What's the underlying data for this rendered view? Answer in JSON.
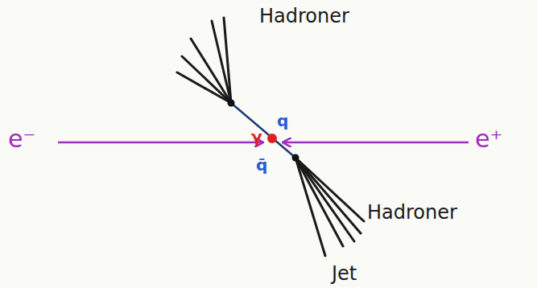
{
  "diagram": {
    "labels": [
      "Hadroner",
      "q",
      "e⁻",
      "γ",
      "e⁺",
      "q̄",
      "Hadroner",
      "Jet"
    ]
  }
}
